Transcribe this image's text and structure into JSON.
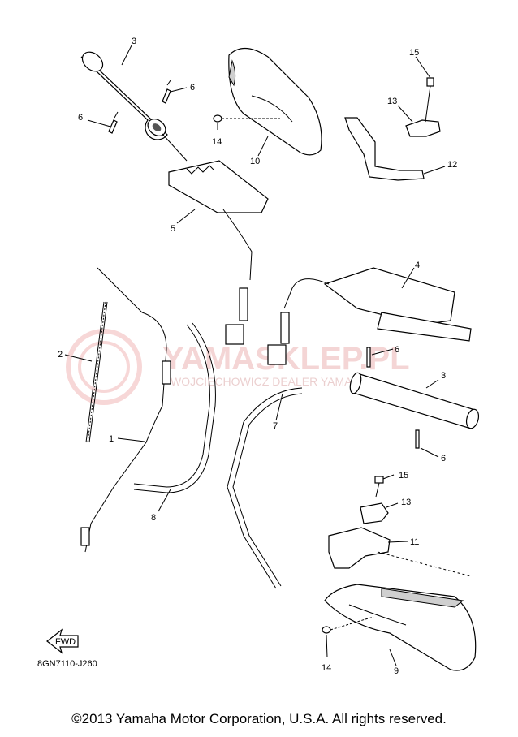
{
  "callouts": {
    "c3a": "3",
    "c6a": "6",
    "c6b": "6",
    "c15a": "15",
    "c13a": "13",
    "c14a": "14",
    "c10": "10",
    "c12": "12",
    "c5": "5",
    "c4": "4",
    "c2": "2",
    "c6c": "6",
    "c3b": "3",
    "c1": "1",
    "c7": "7",
    "c6d": "6",
    "c15b": "15",
    "c13b": "13",
    "c8": "8",
    "c11": "11",
    "c14b": "14",
    "c9": "9"
  },
  "watermark": {
    "brand": "YAMASKLEP.PL",
    "subtitle": "WOJCIECHOWICZ DEALER YAMAHA"
  },
  "fwd_label": "FWD",
  "diagram_code": "8GN7110-J260",
  "copyright": "©2013 Yamaha Motor Corporation, U.S.A. All rights reserved.",
  "colors": {
    "watermark": "#e7a3a3",
    "line": "#000000"
  }
}
